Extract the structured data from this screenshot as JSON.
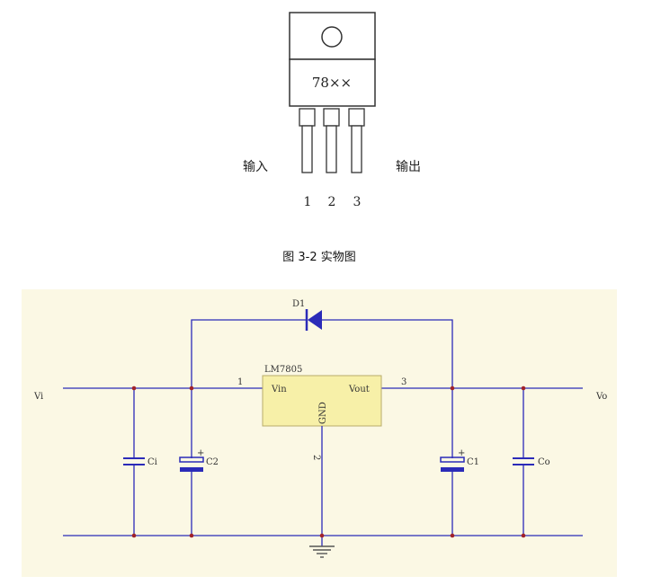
{
  "package": {
    "part_label": "78××",
    "input_label": "输入",
    "output_label": "输出",
    "pins": [
      "1",
      "2",
      "3"
    ],
    "caption": "图 3-2 实物图"
  },
  "schematic": {
    "background": "#fbf8e4",
    "wire_color": "#2b2bb8",
    "chip_fill": "#f7f0a8",
    "chip_name": "LM7805",
    "chip_pin_in": "Vin",
    "chip_pin_out": "Vout",
    "chip_pin_gnd": "GND",
    "pin1_num": "1",
    "pin2_num": "2",
    "pin3_num": "3",
    "diode_label": "D1",
    "input_label": "Vi",
    "output_label": "Vo",
    "cap_ci": "Ci",
    "cap_c2": "C2",
    "cap_c1": "C1",
    "cap_co": "Co"
  }
}
